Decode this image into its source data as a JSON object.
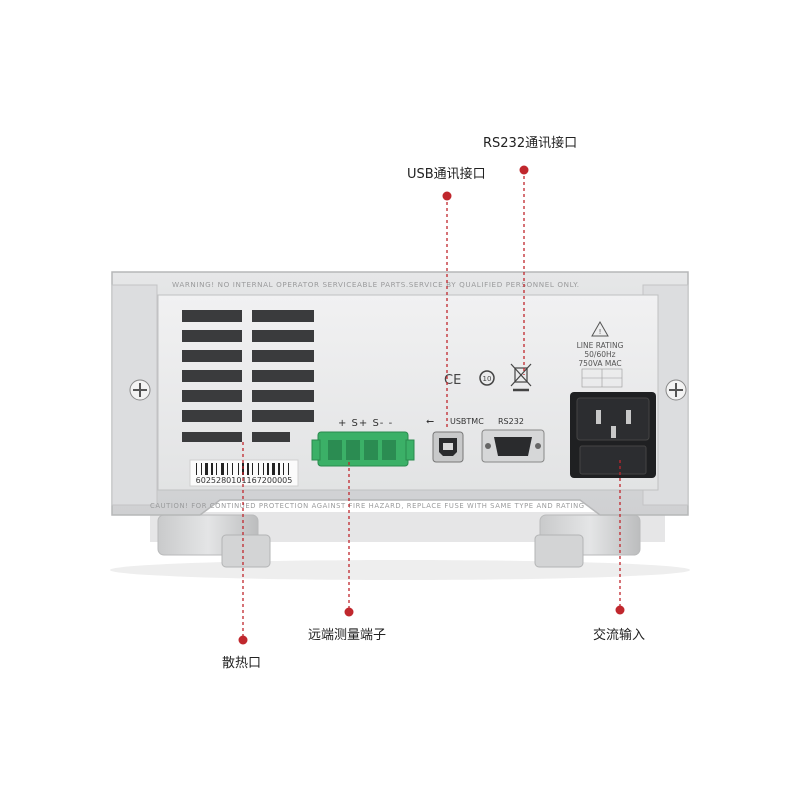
{
  "callouts": {
    "rs232": "RS232通讯接口",
    "usb": "USB通讯接口",
    "remote_sense": "远端测量端子",
    "heat_vent": "散热口",
    "ac_input": "交流输入"
  },
  "panel": {
    "warning_text": "WARNING!  NO INTERNAL OPERATOR SERVICEABLE PARTS.SERVICE BY QUALIFIED PERSONNEL ONLY.",
    "caution_text": "CAUTION!  FOR CONTINUED PROTECTION AGAINST FIRE HAZARD, REPLACE FUSE WITH SAME TYPE AND RATING",
    "terminal_labels": "+ S+ S-  -",
    "usb_label": "USBTMC",
    "rs232_label": "RS232",
    "barcode_number": "6025280101167200005",
    "line_rating_title": "LINE RATING",
    "line_rating_freq": "50/60Hz",
    "line_rating_power": "750VA MAC",
    "ce_mark": "CE",
    "rohs_mark": "10"
  },
  "colors": {
    "leader_red": "#c0272d",
    "panel_grey": "#d9dadb",
    "terminal_green": "#3bb067"
  }
}
